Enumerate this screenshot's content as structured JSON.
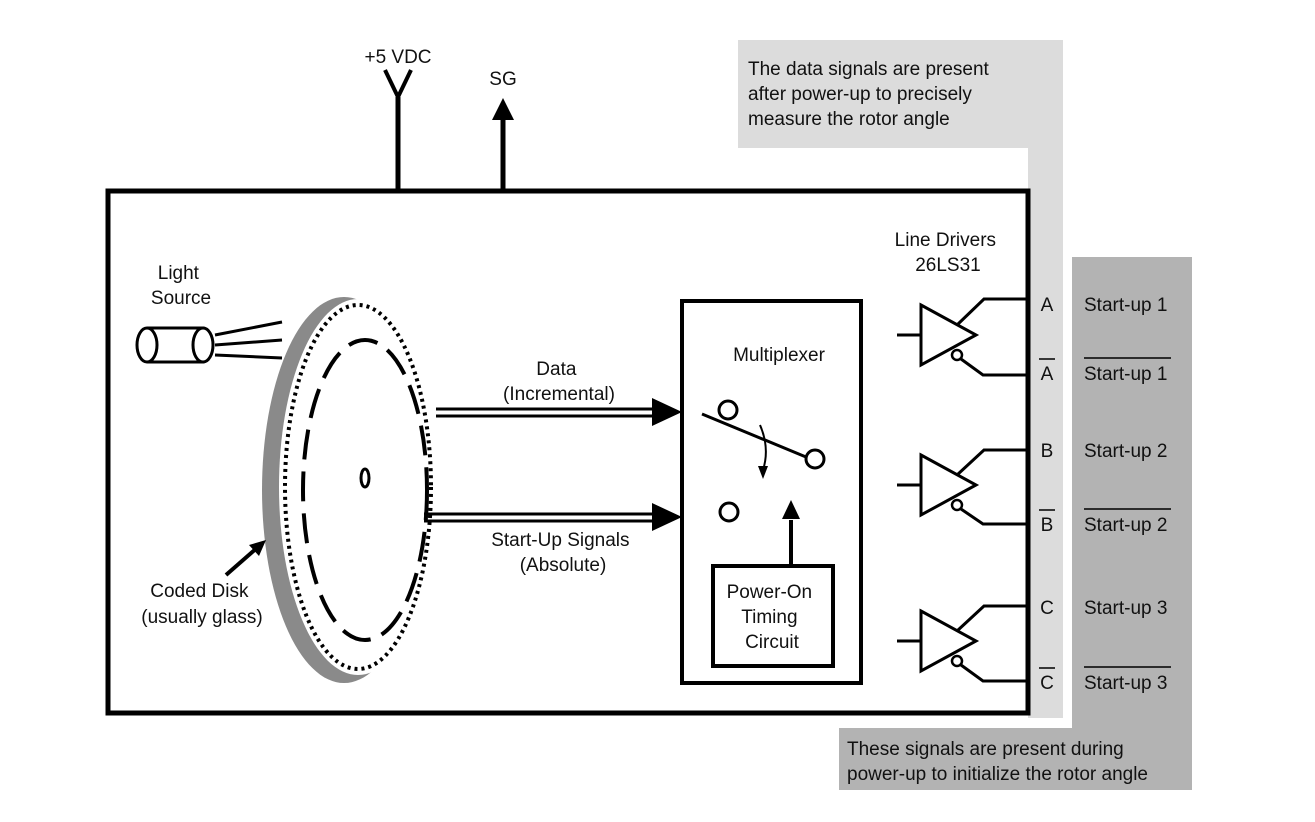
{
  "power": {
    "vdc": "+5 VDC",
    "sg": "SG"
  },
  "notes": {
    "data_signals": [
      "The data signals are present",
      "after power-up to precisely",
      "measure the rotor angle"
    ],
    "startup_signals": [
      "These signals are present during",
      "power-up to initialize the rotor angle"
    ]
  },
  "encoder": {
    "light_source": [
      "Light",
      "Source"
    ],
    "coded_disk": [
      "Coded Disk",
      "(usually glass)"
    ],
    "data_path": [
      "Data",
      "(Incremental)"
    ],
    "startup_path": [
      "Start-Up Signals",
      "(Absolute)"
    ]
  },
  "multiplexer": {
    "title": "Multiplexer",
    "timing_circuit": [
      "Power-On",
      "Timing",
      "Circuit"
    ]
  },
  "line_drivers": {
    "title": [
      "Line Drivers",
      "26LS31"
    ],
    "outputs": [
      {
        "signal": "A",
        "inverted": false,
        "startup": "Start-up 1"
      },
      {
        "signal": "A",
        "inverted": true,
        "startup": "Start-up 1"
      },
      {
        "signal": "B",
        "inverted": false,
        "startup": "Start-up 2"
      },
      {
        "signal": "B",
        "inverted": true,
        "startup": "Start-up 2"
      },
      {
        "signal": "C",
        "inverted": false,
        "startup": "Start-up 3"
      },
      {
        "signal": "C",
        "inverted": true,
        "startup": "Start-up 3"
      }
    ]
  },
  "colors": {
    "light_panel": "#dcdcdc",
    "dark_panel": "#b3b3b3",
    "disk_shadow": "#8a8a8a",
    "line": "#000000"
  }
}
